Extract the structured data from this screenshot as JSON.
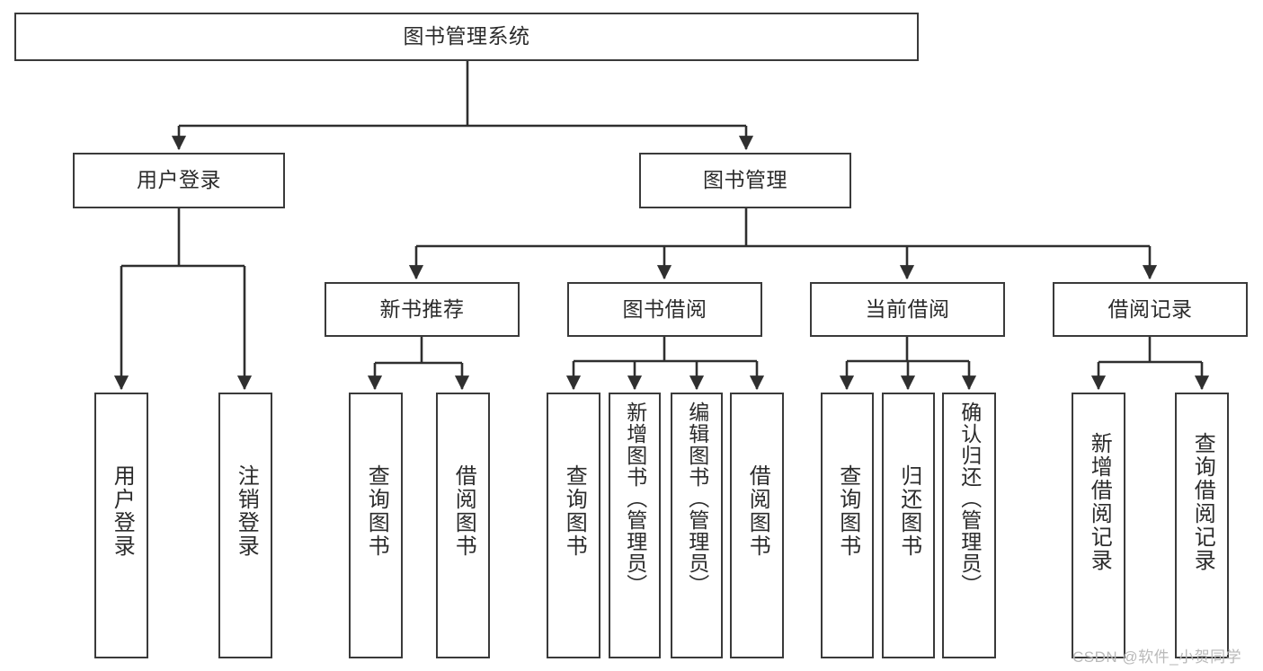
{
  "diagram": {
    "title": "图书管理系统",
    "type": "tree-hierarchy-chart",
    "orientation": "top-down",
    "root": {
      "id": "root",
      "label": "图书管理系统",
      "text_direction": "horizontal"
    },
    "level2": [
      {
        "id": "user-login",
        "label": "用户登录",
        "text_direction": "horizontal"
      },
      {
        "id": "book-management",
        "label": "图书管理",
        "text_direction": "horizontal"
      }
    ],
    "level3": [
      {
        "id": "new-book-recommend",
        "label": "新书推荐",
        "text_direction": "horizontal",
        "parent": "book-management"
      },
      {
        "id": "book-borrow",
        "label": "图书借阅",
        "text_direction": "horizontal",
        "parent": "book-management"
      },
      {
        "id": "current-borrow",
        "label": "当前借阅",
        "text_direction": "horizontal",
        "parent": "book-management"
      },
      {
        "id": "borrow-records",
        "label": "借阅记录",
        "text_direction": "horizontal",
        "parent": "book-management"
      }
    ],
    "leaves": [
      {
        "id": "leaf-user-login",
        "label": "用户登录",
        "parent": "user-login",
        "text_direction": "vertical"
      },
      {
        "id": "leaf-logout-login",
        "label": "注销登录",
        "parent": "user-login",
        "text_direction": "vertical"
      },
      {
        "id": "leaf-query-book-1",
        "label": "查询图书",
        "parent": "new-book-recommend",
        "text_direction": "vertical"
      },
      {
        "id": "leaf-borrow-book-1",
        "label": "借阅图书",
        "parent": "new-book-recommend",
        "text_direction": "vertical"
      },
      {
        "id": "leaf-query-book-2",
        "label": "查询图书",
        "parent": "book-borrow",
        "text_direction": "vertical"
      },
      {
        "id": "leaf-add-book",
        "label": "新增图书（管理员）",
        "parent": "book-borrow",
        "text_direction": "vertical"
      },
      {
        "id": "leaf-edit-book",
        "label": "编辑图书（管理员）",
        "parent": "book-borrow",
        "text_direction": "vertical"
      },
      {
        "id": "leaf-borrow-book-2",
        "label": "借阅图书",
        "parent": "book-borrow",
        "text_direction": "vertical"
      },
      {
        "id": "leaf-query-book-3",
        "label": "查询图书",
        "parent": "current-borrow",
        "text_direction": "vertical"
      },
      {
        "id": "leaf-return-book",
        "label": "归还图书",
        "parent": "current-borrow",
        "text_direction": "vertical"
      },
      {
        "id": "leaf-confirm-return",
        "label": "确认归还（管理员）",
        "parent": "current-borrow",
        "text_direction": "vertical"
      },
      {
        "id": "leaf-add-record",
        "label": "新增借阅记录",
        "parent": "borrow-records",
        "text_direction": "vertical"
      },
      {
        "id": "leaf-query-record",
        "label": "查询借阅记录",
        "parent": "borrow-records",
        "text_direction": "vertical"
      }
    ],
    "watermark": "CSDN @软件_小贺同学",
    "colors": {
      "background": "#ffffff",
      "box_border": "#3a3a3a",
      "box_fill": "#ffffff",
      "text": "#2b2b2b",
      "connector": "#2f2f2f",
      "watermark": "#b9b9b9"
    }
  }
}
